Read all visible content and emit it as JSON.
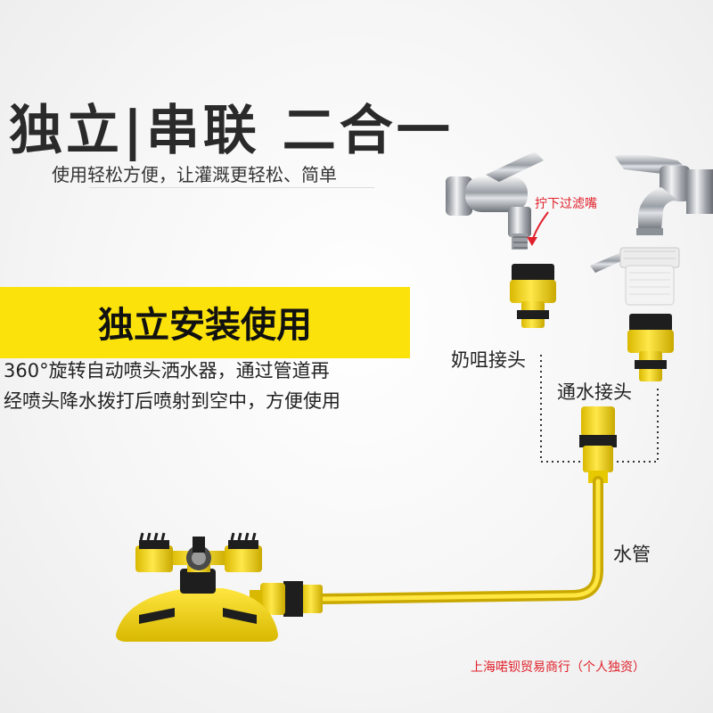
{
  "headline": "独立|串联  二合一",
  "subline": "使用轻松方便，让灌溉更轻松、简单",
  "banner": {
    "title": "独立安装使用",
    "desc_line1": "360°旋转自动喷头洒水器，通过管道再",
    "desc_line2": "经喷头降水拨打后喷射到空中，方便使用"
  },
  "labels": {
    "filter_note": "拧下过滤嘴",
    "nipple_connector": "奶咀接头",
    "water_connector": "通水接头",
    "hose": "水管"
  },
  "seller": "上海喏钡贸易商行（个人独资）",
  "colors": {
    "accent_yellow": "#fbe20a",
    "product_yellow": "#f2d20a",
    "note_red": "#e0202a"
  }
}
